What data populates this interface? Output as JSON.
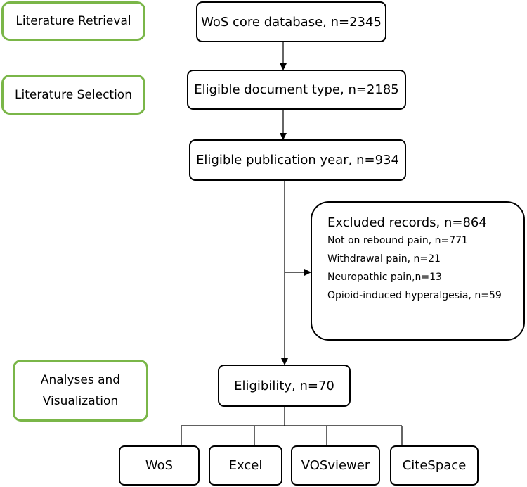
{
  "stages": {
    "retrieval": "Literature Retrieval",
    "selection": "Literature Selection",
    "analyses_line1": "Analyses and",
    "analyses_line2": "Visualization"
  },
  "flow": {
    "wos_core": "WoS core database, n=2345",
    "doc_type": "Eligible document type, n=2185",
    "pub_year": "Eligible publication year, n=934",
    "eligibility": "Eligibility, n=70"
  },
  "excluded": {
    "title": "Excluded records, n=864",
    "items": [
      "Not on rebound pain, n=771",
      "Withdrawal pain, n=21",
      "Neuropathic pain,n=13",
      "Opioid-induced hyperalgesia, n=59"
    ]
  },
  "tools": [
    "WoS",
    "Excel",
    "VOSviewer",
    "CiteSpace"
  ],
  "colors": {
    "stage_border": "#7ab648",
    "box_border": "#000000",
    "line": "#000000"
  }
}
